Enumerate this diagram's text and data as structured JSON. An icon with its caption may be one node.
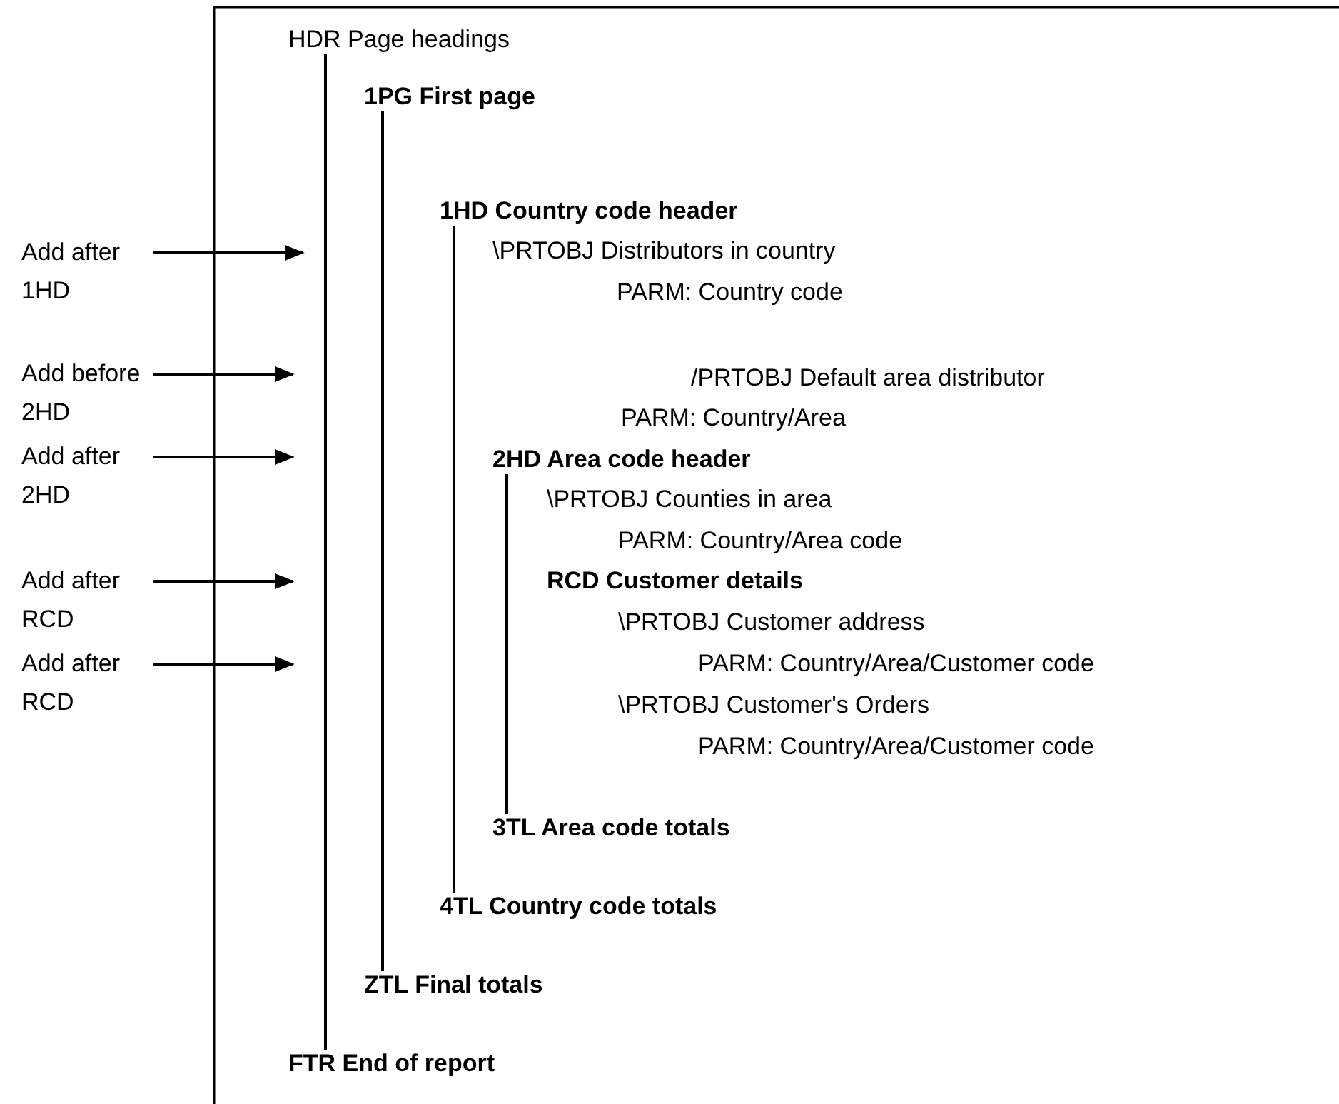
{
  "diagram": {
    "nodes": [
      {
        "text": [
          "HDR Page headings"
        ]
      },
      {
        "text": [
          "1PG First page"
        ]
      },
      {
        "text": [
          "1HD Country code header"
        ]
      },
      {
        "text": [
          "2HD Area code header"
        ]
      },
      {
        "text": [
          "3TL Area code totals"
        ]
      },
      {
        "text": [
          "4TL Country code totals"
        ]
      },
      {
        "text": [
          "ZTL Final totals"
        ]
      },
      {
        "text": [
          "FTR End of report"
        ]
      },
      {
        "text": [
          "Add after 1HD"
        ]
      },
      {
        "text": [
          "Add before 2HD"
        ]
      },
      {
        "text": [
          "Add after 2HD"
        ]
      },
      {
        "text": [
          "Add after RCD"
        ]
      },
      {
        "text": [
          "Add after RCD"
        ]
      }
    ],
    "edges": [
      {
        "from": 0,
        "to": 7,
        "arrow": "none"
      },
      {
        "from": 1,
        "to": 6,
        "arrow": "none"
      },
      {
        "from": 2,
        "to": 5,
        "arrow": "none"
      },
      {
        "from": 3,
        "to": 4,
        "arrow": "none"
      },
      {
        "from": 8,
        "to": null,
        "arrow": "to"
      },
      {
        "from": 9,
        "to": null,
        "arrow": "to"
      },
      {
        "from": 10,
        "to": null,
        "arrow": "to"
      },
      {
        "from": 11,
        "to": null,
        "arrow": "to"
      },
      {
        "from": 12,
        "to": null,
        "arrow": "to"
      }
    ],
    "labels": [
      "\\PRTOBJ Distributors in country",
      "PARM: Country code",
      "/PRTOBJ Default area distributor",
      "PARM: Country/Area",
      "\\PRTOBJ Counties in area",
      "PARM: Country/Area code",
      "RCD Customer details",
      "\\PRTOBJ Customer address",
      "PARM: Country/Area/Customer code",
      "\\PRTOBJ Customer's Orders",
      "PARM: Country/Area/Customer code"
    ]
  }
}
